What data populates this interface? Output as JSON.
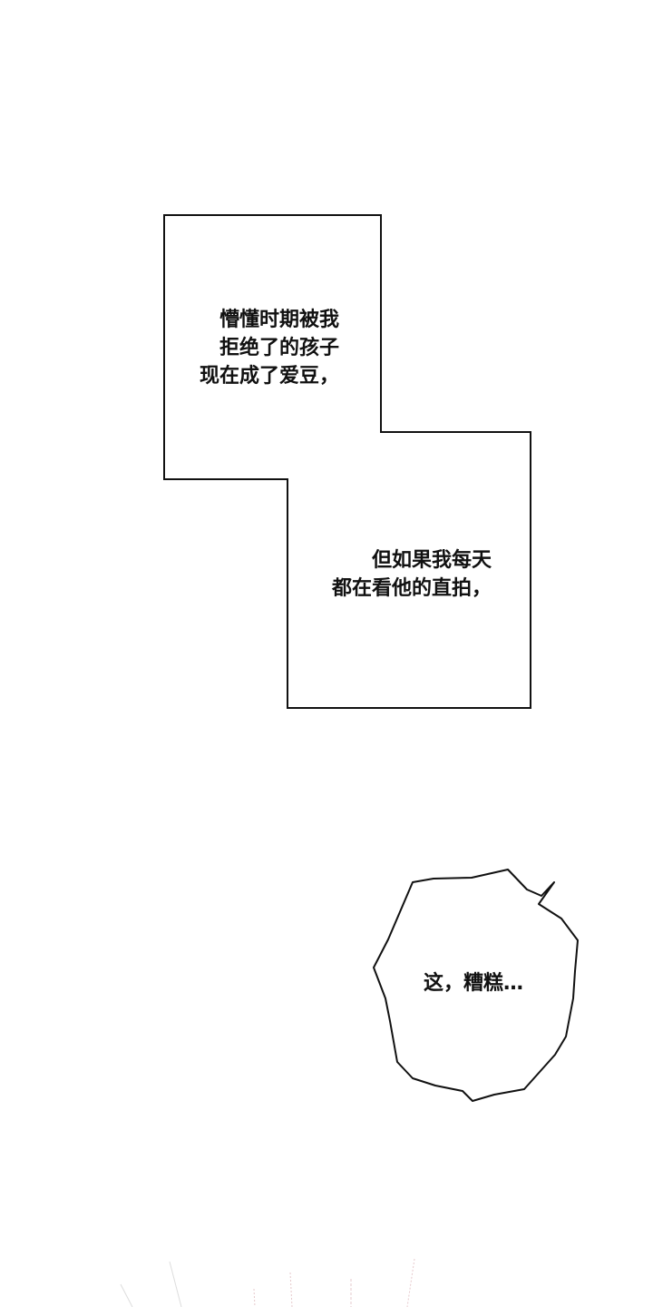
{
  "panel1": {
    "lines": [
      "懵懂时期被我",
      "拒绝了的孩子",
      "现在成了爱豆，"
    ]
  },
  "panel2": {
    "lines": [
      "但如果我每天",
      "都在看他的直拍，"
    ]
  },
  "bubble": {
    "text": "这，糟糕…"
  },
  "colors": {
    "ink": "#111111",
    "background": "#ffffff",
    "speedline": "#e6c9cc"
  }
}
